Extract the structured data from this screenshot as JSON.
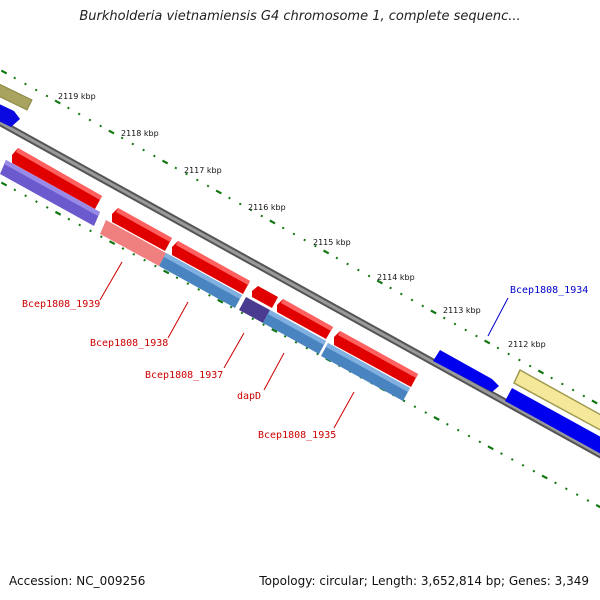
{
  "title": "Burkholderia vietnamiensis G4 chromosome 1, complete sequenc...",
  "ticks": [
    "2119 kbp",
    "2118 kbp",
    "2117 kbp",
    "2116 kbp",
    "2115 kbp",
    "2114 kbp",
    "2113 kbp",
    "2112 kbp"
  ],
  "gene_labels": [
    "Bcep1808_1939",
    "Bcep1808_1938",
    "Bcep1808_1937",
    "dapD",
    "Bcep1808_1935",
    "Bcep1808_1934"
  ],
  "footer": {
    "accession": "Accession: NC_009256",
    "summary": "Topology: circular; Length: 3,652,814 bp; Genes: 3,349"
  },
  "colors": {
    "forward_gene": "#ff0000",
    "reverse_gene": "#4a84c0",
    "blue_gene": "#0000ee",
    "backbone": "#808080",
    "tick": "#117711",
    "label_red": "#cc0000",
    "label_blue": "#0000cc"
  }
}
